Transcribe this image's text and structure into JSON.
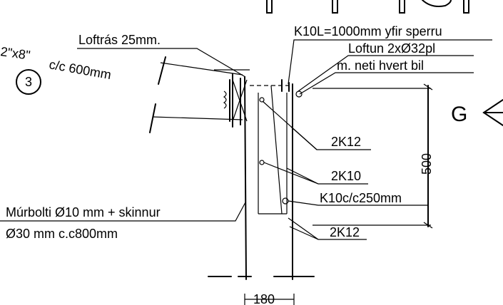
{
  "labels": {
    "loftras": "Loftrás 25mm.",
    "joist": "2\"x8\"",
    "spacing": "c/c 600mm",
    "circle_num": "3",
    "k10l": "K10L=1000mm yfir sperru",
    "loftun1": "Loftun 2xØ32pl",
    "loftun2": "m. neti hvert bil",
    "g_mark": "G",
    "k12_top": "2K12",
    "k10": "2K10",
    "k10c": "K10c/c250mm",
    "k12_bottom": "2K12",
    "mur1": "Múrbolti Ø10 mm + skinnur",
    "mur2": "Ø30 mm c.c800mm",
    "dim_height": "500",
    "dim_width": "180"
  }
}
